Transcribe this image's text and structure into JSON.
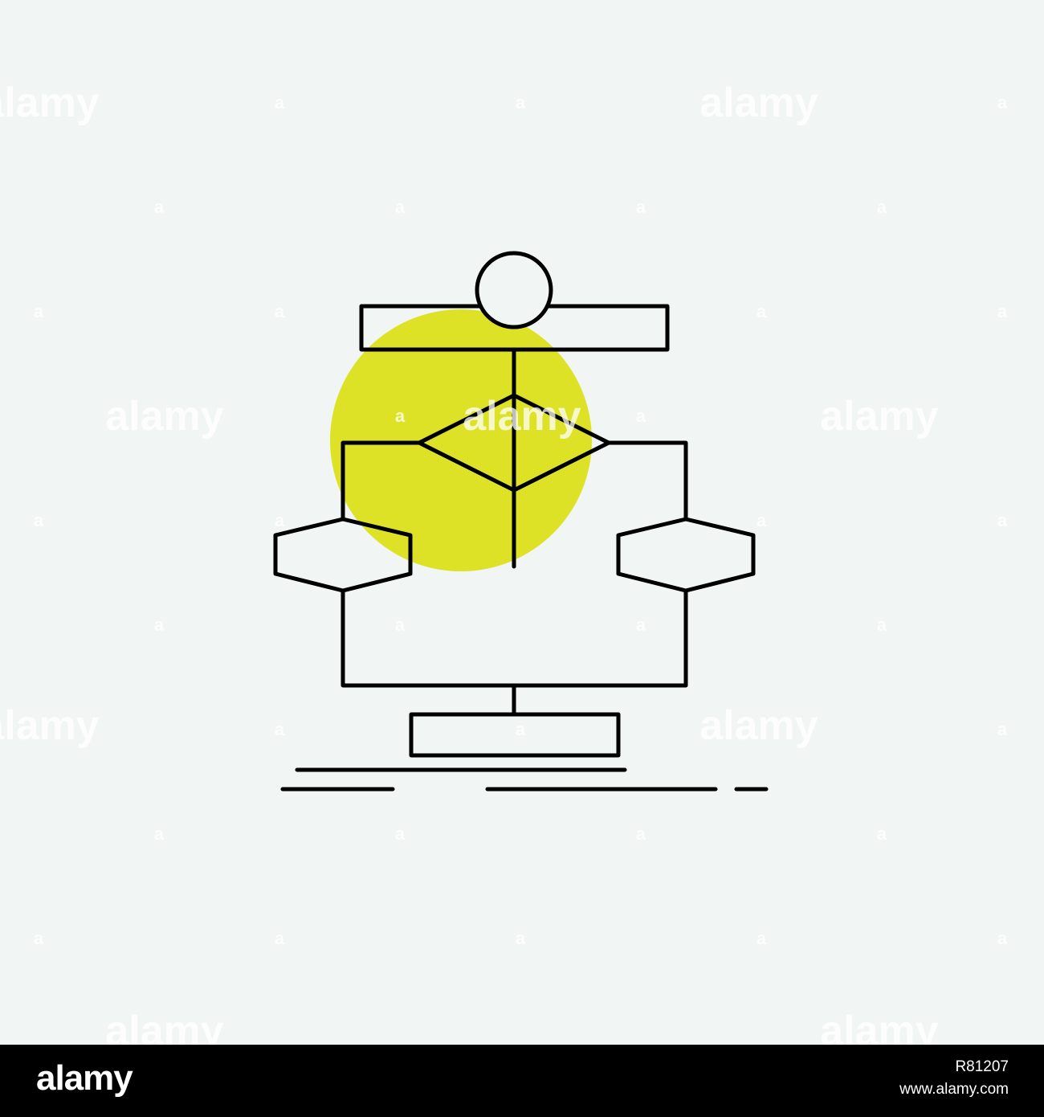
{
  "image": {
    "background_color": "#f1f5f3",
    "accent_color": "#dde226",
    "line_color": "#000000",
    "icon_name": "algorithm-flowchart-icon"
  },
  "watermark": {
    "text": "alamy",
    "small_text": "a"
  },
  "footer": {
    "logo_text": "alamy",
    "image_id": "R81207",
    "url": "www.alamy.com",
    "background_color": "#000000"
  }
}
